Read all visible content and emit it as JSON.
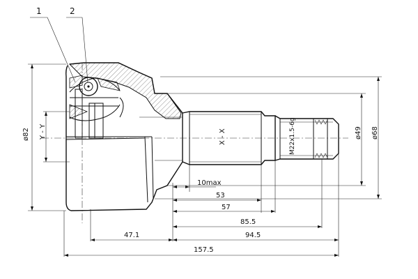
{
  "callouts": {
    "c1": "1",
    "c2": "2"
  },
  "axes": {
    "yy": "Y - Y",
    "xx": "X - X"
  },
  "diameters": {
    "d82": "ø82",
    "d68": "ø68",
    "d49": "ø49"
  },
  "thread": "M22x1.5-6g",
  "dims": {
    "max10": "10max",
    "d53": "53",
    "d57": "57",
    "d855": "85.5",
    "d471": "47.1",
    "d945": "94.5",
    "d1575": "157.5"
  }
}
